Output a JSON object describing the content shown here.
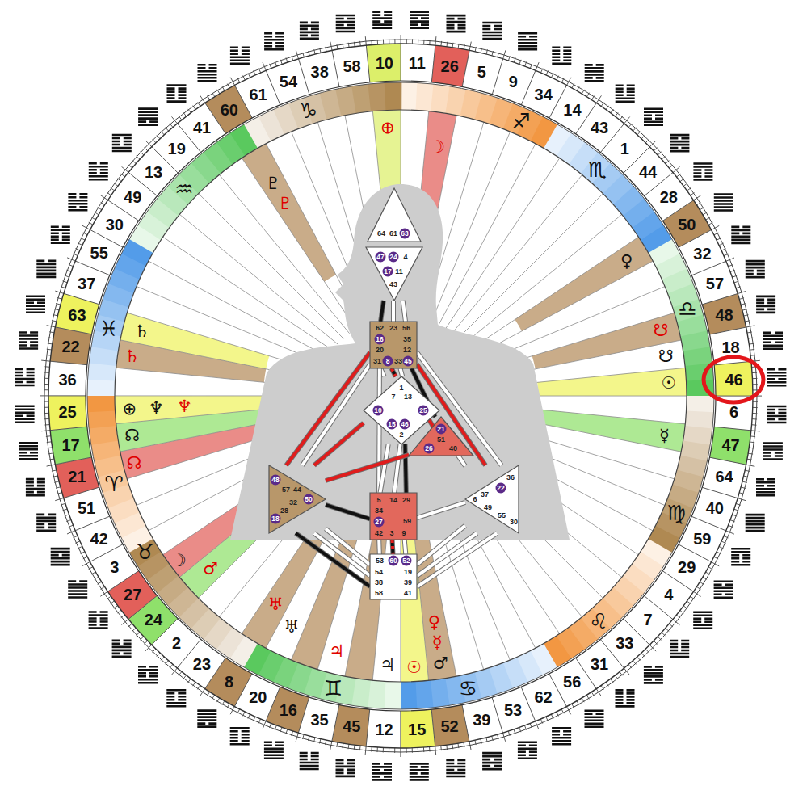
{
  "diagram": {
    "nodes": [
      {
        "text": [
          "64",
          "61",
          "63"
        ]
      },
      {
        "text": [
          "47",
          "24",
          "4",
          "17",
          "11",
          "43"
        ]
      },
      {
        "text": [
          "62",
          "23",
          "56",
          "16",
          "35",
          "20",
          "12",
          "31",
          "8",
          "33",
          "45"
        ]
      },
      {
        "text": [
          "1",
          "7",
          "13",
          "10",
          "25",
          "15",
          "46",
          "2"
        ]
      },
      {
        "text": [
          "21",
          "51",
          "26",
          "40"
        ]
      },
      {
        "text": [
          "48",
          "57",
          "44",
          "32",
          "50",
          "28",
          "18"
        ]
      },
      {
        "text": [
          "5",
          "14",
          "29",
          "34",
          "59",
          "27",
          "42",
          "3",
          "9"
        ]
      },
      {
        "text": [
          "36",
          "22",
          "37",
          "6",
          "49",
          "55",
          "30"
        ]
      },
      {
        "text": [
          "53",
          "60",
          "52",
          "54",
          "19",
          "38",
          "39",
          "58",
          "41"
        ]
      }
    ],
    "edges": [
      {
        "from": 1,
        "to": 2,
        "arrow": "none"
      },
      {
        "from": 1,
        "to": 2,
        "arrow": "none"
      },
      {
        "from": 1,
        "to": 2,
        "arrow": "none"
      },
      {
        "from": 2,
        "to": 3,
        "arrow": "none"
      },
      {
        "from": 2,
        "to": 3,
        "arrow": "none"
      },
      {
        "from": 2,
        "to": 3,
        "arrow": "none"
      },
      {
        "from": 2,
        "to": 5,
        "arrow": "none"
      },
      {
        "from": 2,
        "to": 5,
        "arrow": "none"
      },
      {
        "from": 2,
        "to": 6,
        "arrow": "none"
      },
      {
        "from": 2,
        "to": 4,
        "arrow": "none"
      },
      {
        "from": 2,
        "to": 7,
        "arrow": "none"
      },
      {
        "from": 2,
        "to": 7,
        "arrow": "none"
      },
      {
        "from": 3,
        "to": 5,
        "arrow": "none"
      },
      {
        "from": 3,
        "to": 6,
        "arrow": "none"
      },
      {
        "from": 3,
        "to": 6,
        "arrow": "none"
      },
      {
        "from": 3,
        "to": 6,
        "arrow": "none"
      },
      {
        "from": 3,
        "to": 4,
        "arrow": "none"
      },
      {
        "from": 4,
        "to": 5,
        "arrow": "none"
      },
      {
        "from": 4,
        "to": 7,
        "arrow": "none"
      },
      {
        "from": 5,
        "to": 6,
        "arrow": "none"
      },
      {
        "from": 5,
        "to": 8,
        "arrow": "none"
      },
      {
        "from": 5,
        "to": 8,
        "arrow": "none"
      },
      {
        "from": 5,
        "to": 8,
        "arrow": "none"
      },
      {
        "from": 6,
        "to": 7,
        "arrow": "none"
      },
      {
        "from": 6,
        "to": 8,
        "arrow": "none"
      },
      {
        "from": 6,
        "to": 8,
        "arrow": "none"
      },
      {
        "from": 6,
        "to": 8,
        "arrow": "none"
      },
      {
        "from": 8,
        "to": 7,
        "arrow": "none"
      },
      {
        "from": 8,
        "to": 7,
        "arrow": "none"
      },
      {
        "from": 8,
        "to": 7,
        "arrow": "none"
      }
    ],
    "labels": [
      "10",
      "11",
      "26",
      "5",
      "9",
      "34",
      "14",
      "43",
      "1",
      "44",
      "28",
      "50",
      "32",
      "57",
      "48",
      "18",
      "46",
      "6",
      "47",
      "64",
      "40",
      "59",
      "29",
      "4",
      "7",
      "33",
      "31",
      "56",
      "62",
      "53",
      "39",
      "52",
      "15",
      "12",
      "45",
      "35",
      "16",
      "20",
      "8",
      "23",
      "2",
      "24",
      "27",
      "3",
      "42",
      "51",
      "21",
      "17",
      "25",
      "36",
      "22",
      "63",
      "37",
      "55",
      "30",
      "49",
      "13",
      "19",
      "41",
      "60",
      "61",
      "54",
      "38",
      "58",
      "♐",
      "♏",
      "♎",
      "♍",
      "♌",
      "♋",
      "♊",
      "♉",
      "♈",
      "♓",
      "♒",
      "♑",
      "⊕",
      "☽",
      "♇",
      "♇",
      "♀",
      "☋",
      "☋",
      "☉",
      "☿",
      "♄",
      "♄",
      "⊕",
      "♆",
      "♆",
      "☊",
      "☊",
      "☽",
      "♂",
      "♅",
      "♅",
      "♃",
      "♃",
      "☉",
      "♀",
      "☿",
      "♂"
    ]
  }
}
